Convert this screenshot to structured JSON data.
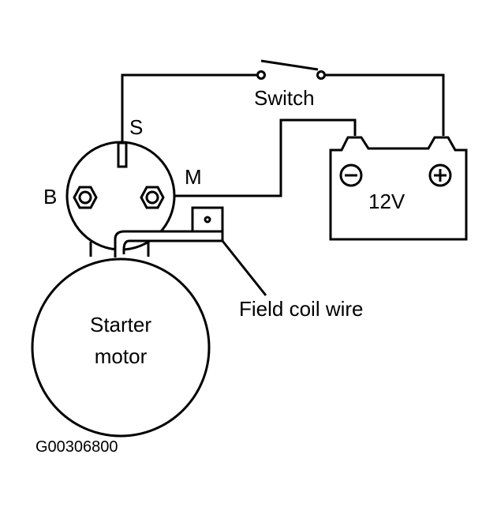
{
  "labels": {
    "switch": "Switch",
    "s_terminal": "S",
    "m_terminal": "M",
    "b_terminal": "B",
    "battery_voltage": "12V",
    "field_coil": "Field coil wire",
    "starter_line1": "Starter",
    "starter_line2": "motor",
    "figure_id": "G00306800"
  },
  "colors": {
    "ink": "#000000",
    "background": "#ffffff"
  }
}
